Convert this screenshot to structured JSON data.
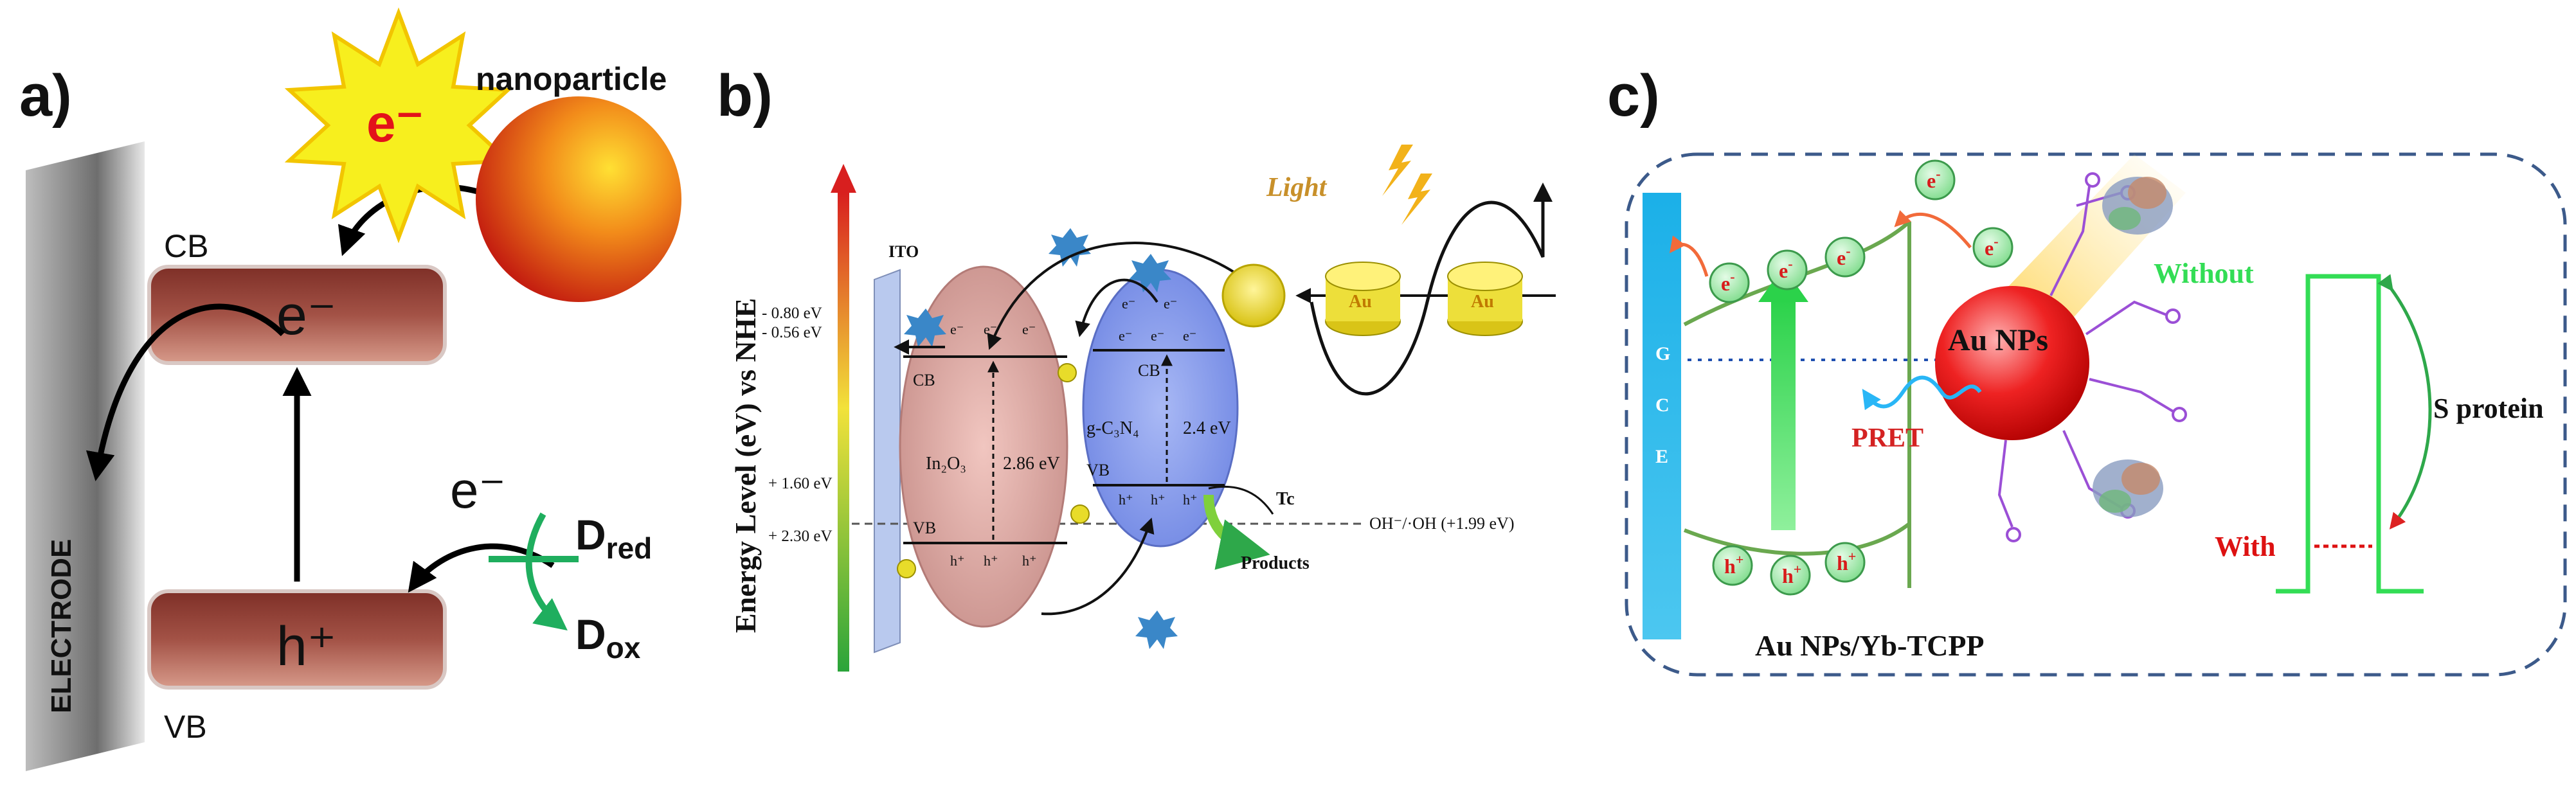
{
  "panels": {
    "a": {
      "label": "a)",
      "nanoparticle": "nanoparticle",
      "electron_star": "e⁻",
      "cb": "CB",
      "vb": "VB",
      "electrode": "ELECTRODE",
      "cb_carrier": "e⁻",
      "vb_carrier": "h⁺",
      "donor_electron": "e⁻",
      "d_red": "D",
      "d_red_sub": "red",
      "d_ox": "D",
      "d_ox_sub": "ox",
      "colors": {
        "band": "#9c4b40",
        "arrow_green": "#1fae5e",
        "star": "#f7ef1e"
      }
    },
    "b": {
      "label": "b)",
      "light": "Light",
      "y_axis": "Energy Level (eV) vs NHE",
      "ito": "ITO",
      "levels": [
        "- 0.80 eV",
        "- 0.56 eV",
        "+ 1.60 eV",
        "+ 2.30 eV"
      ],
      "in2o3": {
        "name": "In₂O₃",
        "gap": "2.86 eV",
        "cb": "CB",
        "vb": "VB"
      },
      "g_c3n4": {
        "name": "g-C₃N₄",
        "gap": "2.4 eV",
        "cb": "CB",
        "vb": "VB"
      },
      "au": [
        "Au",
        "Au"
      ],
      "tc": "Tc",
      "products": "Products",
      "oh_line": "OH⁻/·OH (+1.99 eV)",
      "e_small": "e⁻",
      "h_small": "h⁺"
    },
    "c": {
      "label": "c)",
      "gce": [
        "G",
        "C",
        "E"
      ],
      "au_nps": "Au NPs",
      "pret": "PRET",
      "without": "Without",
      "with": "With",
      "s_protein": "S protein",
      "composite": "Au NPs/Yb-TCPP",
      "e": "e",
      "h": "h",
      "colors": {
        "green": "#33dd55",
        "red": "#dd1111",
        "blue_bar": "#1fa6e6"
      }
    }
  }
}
